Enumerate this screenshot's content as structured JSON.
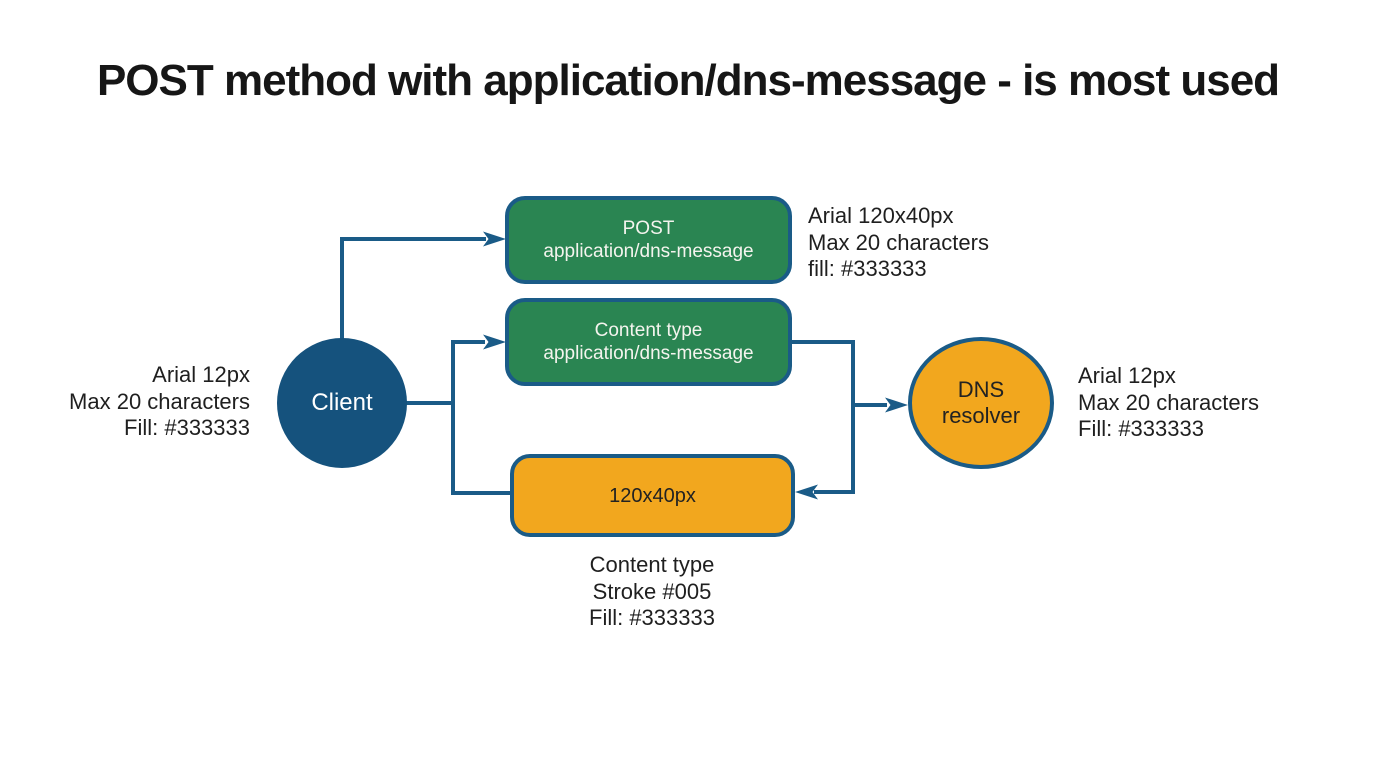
{
  "title": "POST method with application/dns-message - is most used",
  "colors": {
    "background": "#ffffff",
    "line": "#1a5b87",
    "green": "#2a8552",
    "orange": "#f2a71e",
    "client": "#15527d",
    "ink": "#161616",
    "box_text_light": "#f4f4ee",
    "box_text_dark": "#222222"
  },
  "nodes": {
    "client": {
      "label": "Client"
    },
    "post": {
      "line1": "POST",
      "line2": "application/dns-message"
    },
    "content_type": {
      "line1": "Content type",
      "line2": "application/dns-message"
    },
    "size": {
      "label": "120x40px"
    },
    "resolver": {
      "line1": "DNS",
      "line2": "resolver"
    }
  },
  "annotations": {
    "left": {
      "line1": "Arial 12px",
      "line2": "Max 20 characters",
      "line3": "Fill: #333333"
    },
    "top_right": {
      "line1": "Arial 120x40px",
      "line2": "Max 20 characters",
      "line3": "fill: #333333"
    },
    "right": {
      "line1": "Arial 12px",
      "line2": "Max 20 characters",
      "line3": "Fill: #333333"
    },
    "bottom": {
      "line1": "Content type",
      "line2": "Stroke #005",
      "line3": "Fill: #333333"
    }
  }
}
